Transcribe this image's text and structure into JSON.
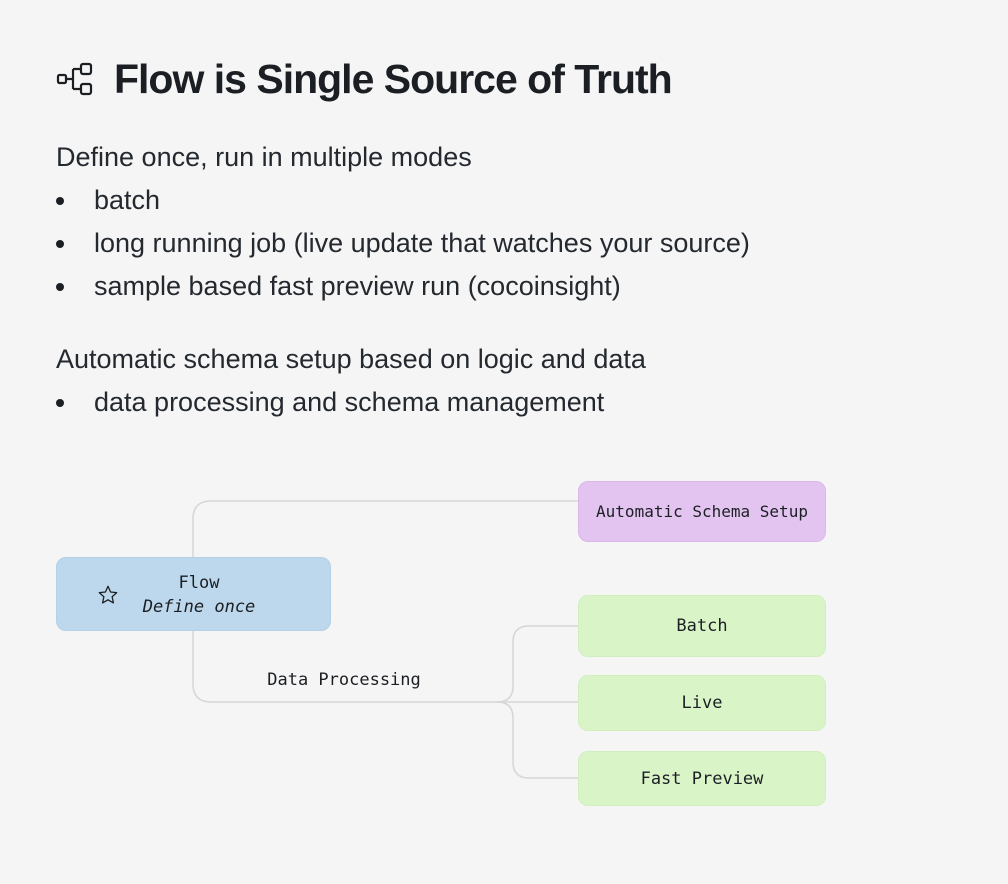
{
  "title": {
    "text": "Flow is Single Source of Truth",
    "icon": "flow-diagram-icon"
  },
  "sections": [
    {
      "heading": "Define once, run in multiple modes",
      "bullets": [
        "batch",
        "long running job (live update that watches your source)",
        "sample based fast preview run (cocoinsight)"
      ]
    },
    {
      "heading": "Automatic schema setup based on logic and data",
      "bullets": [
        "data processing and schema management"
      ]
    }
  ],
  "diagram": {
    "root": {
      "label": "Flow",
      "sublabel": "Define once",
      "icon": "star-icon",
      "color": "#bdd8ec"
    },
    "schema_node": {
      "label": "Automatic Schema Setup",
      "color": "#e3c4f0"
    },
    "edge_label": "Data Processing",
    "mode_nodes": [
      {
        "label": "Batch",
        "color": "#d9f5c8"
      },
      {
        "label": "Live",
        "color": "#d9f5c8"
      },
      {
        "label": "Fast Preview",
        "color": "#d9f5c8"
      }
    ],
    "connector_color": "#d6d6d6"
  }
}
